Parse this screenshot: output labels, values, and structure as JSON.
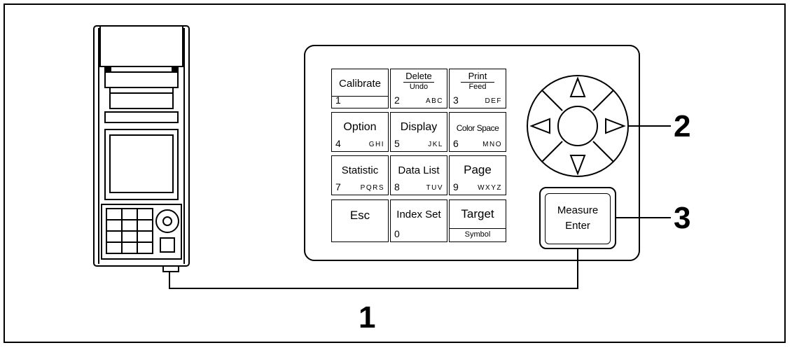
{
  "callouts": {
    "one": "1",
    "two": "2",
    "three": "3"
  },
  "keypad": {
    "calibrate": {
      "name": "Calibrate",
      "num": "1"
    },
    "delete": {
      "name": "Delete",
      "sub": "Undo",
      "num": "2",
      "letters": "ABC"
    },
    "print": {
      "name": "Print",
      "sub": "Feed",
      "num": "3",
      "letters": "DEF"
    },
    "option": {
      "name": "Option",
      "num": "4",
      "letters": "GHI"
    },
    "display": {
      "name": "Display",
      "num": "5",
      "letters": "JKL"
    },
    "colorspace": {
      "name": "Color Space",
      "num": "6",
      "letters": "MNO"
    },
    "statistic": {
      "name": "Statistic",
      "num": "7",
      "letters": "PQRS"
    },
    "datalist": {
      "name": "Data List",
      "num": "8",
      "letters": "TUV"
    },
    "page": {
      "name": "Page",
      "num": "9",
      "letters": "WXYZ"
    },
    "esc": {
      "name": "Esc"
    },
    "indexset": {
      "name": "Index Set",
      "num": "0"
    },
    "target": {
      "name": "Target",
      "sub": "Symbol"
    }
  },
  "measure": {
    "line1": "Measure",
    "line2": "Enter"
  }
}
